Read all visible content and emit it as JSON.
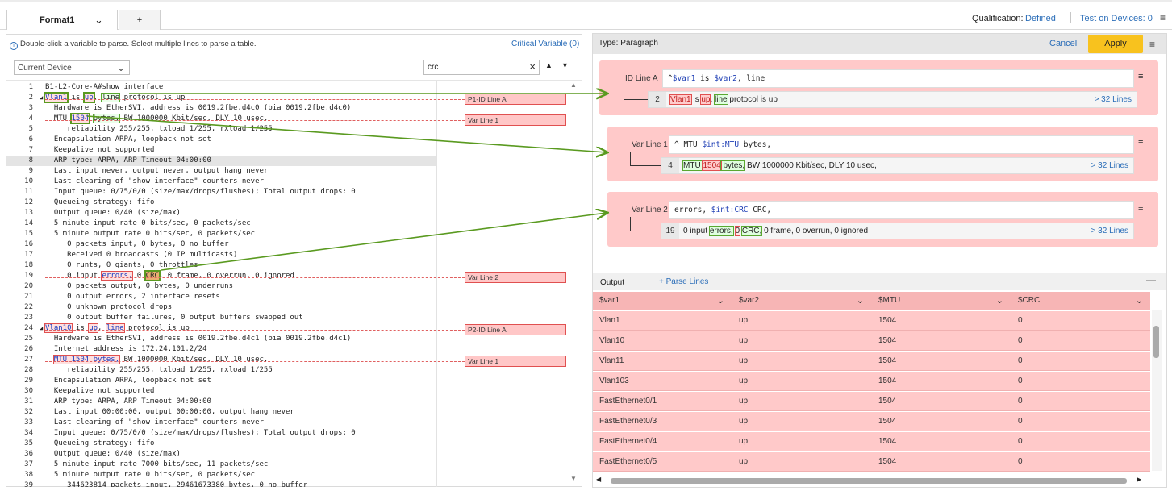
{
  "tabs": [
    {
      "label": "Format1"
    },
    {
      "label": "+"
    }
  ],
  "top_right": {
    "qualification_label": "Qualification:",
    "qualification_value": "Defined",
    "test_label": "Test on Devices: 0"
  },
  "left": {
    "hint": "Double-click a variable to parse. Select multiple lines to parse a table.",
    "critical_variable": "Critical Variable (0)",
    "device_select": "Current Device",
    "search_value": "crc",
    "lines": [
      "B1-L2-Core-A#show interface",
      "Vlan1 is up, line protocol is up",
      "  Hardware is EtherSVI, address is 0019.2fbe.d4c0 (bia 0019.2fbe.d4c0)",
      "  MTU 1504 bytes, BW 1000000 Kbit/sec, DLY 10 usec,",
      "     reliability 255/255, txload 1/255, rxload 1/255",
      "  Encapsulation ARPA, loopback not set",
      "  Keepalive not supported",
      "  ARP type: ARPA, ARP Timeout 04:00:00",
      "  Last input never, output never, output hang never",
      "  Last clearing of \"show interface\" counters never",
      "  Input queue: 0/75/0/0 (size/max/drops/flushes); Total output drops: 0",
      "  Queueing strategy: fifo",
      "  Output queue: 0/40 (size/max)",
      "  5 minute input rate 0 bits/sec, 0 packets/sec",
      "  5 minute output rate 0 bits/sec, 0 packets/sec",
      "     0 packets input, 0 bytes, 0 no buffer",
      "     Received 0 broadcasts (0 IP multicasts)",
      "     0 runts, 0 giants, 0 throttles",
      "     0 input errors, 0 CRC, 0 frame, 0 overrun, 0 ignored",
      "     0 packets output, 0 bytes, 0 underruns",
      "     0 output errors, 2 interface resets",
      "     0 unknown protocol drops",
      "     0 output buffer failures, 0 output buffers swapped out",
      "Vlan10 is up, line protocol is up",
      "  Hardware is EtherSVI, address is 0019.2fbe.d4c1 (bia 0019.2fbe.d4c1)",
      "  Internet address is 172.24.101.2/24",
      "  MTU 1504 bytes, BW 1000000 Kbit/sec, DLY 10 usec,",
      "     reliability 255/255, txload 1/255, rxload 1/255",
      "  Encapsulation ARPA, loopback not set",
      "  Keepalive not supported",
      "  ARP type: ARPA, ARP Timeout 04:00:00",
      "  Last input 00:00:00, output 00:00:00, output hang never",
      "  Last clearing of \"show interface\" counters never",
      "  Input queue: 0/75/0/0 (size/max/drops/flushes); Total output drops: 0",
      "  Queueing strategy: fifo",
      "  Output queue: 0/40 (size/max)",
      "  5 minute input rate 7000 bits/sec, 11 packets/sec",
      "  5 minute output rate 0 bits/sec, 0 packets/sec",
      "     344623814 packets input, 29461673380 bytes, 0 no buffer"
    ],
    "markers": [
      {
        "line": 1,
        "label": "P1-ID Line A"
      },
      {
        "line": 3,
        "label": "Var Line 1"
      },
      {
        "line": 18,
        "label": "Var Line 2"
      },
      {
        "line": 23,
        "label": "P2-ID Line A"
      },
      {
        "line": 26,
        "label": "Var Line 1"
      }
    ]
  },
  "right": {
    "type_label": "Type: Paragraph",
    "cancel": "Cancel",
    "apply": "Apply",
    "cards": [
      {
        "label": "ID Line A",
        "expr_prefix": "^",
        "expr_parts": [
          "$var1",
          " is ",
          "$var2",
          ", line"
        ],
        "sample_num": "2",
        "sample_parts": [
          "Vlan1",
          " is ",
          "up",
          ", ",
          "line",
          " protocol is up"
        ],
        "more": "> 32 Lines"
      },
      {
        "label": "Var Line 1",
        "expr_prefix": "^  MTU ",
        "expr_parts": [
          "$int:MTU",
          " bytes,"
        ],
        "sample_num": "4",
        "sample_parts": [
          "MTU ",
          "1504",
          " bytes,",
          " BW 1000000 Kbit/sec, DLY 10 usec,"
        ],
        "more": "> 32 Lines"
      },
      {
        "label": "Var Line 2",
        "expr_prefix": " errors, ",
        "expr_parts": [
          "$int:CRC",
          " CRC,"
        ],
        "sample_num": "19",
        "sample_parts": [
          "0 input ",
          "errors,",
          " ",
          "0",
          " ",
          "CRC,",
          " 0 frame, 0 overrun, 0 ignored"
        ],
        "more": "> 32 Lines"
      }
    ],
    "output_label": "Output",
    "parse_lines": "+ Parse Lines",
    "columns": [
      "$var1",
      "$var2",
      "$MTU",
      "$CRC"
    ],
    "rows": [
      [
        "Vlan1",
        "up",
        "1504",
        "0"
      ],
      [
        "Vlan10",
        "up",
        "1504",
        "0"
      ],
      [
        "Vlan11",
        "up",
        "1504",
        "0"
      ],
      [
        "Vlan103",
        "up",
        "1504",
        "0"
      ],
      [
        "FastEthernet0/1",
        "up",
        "1504",
        "0"
      ],
      [
        "FastEthernet0/3",
        "up",
        "1504",
        "0"
      ],
      [
        "FastEthernet0/4",
        "up",
        "1504",
        "0"
      ],
      [
        "FastEthernet0/5",
        "up",
        "1504",
        "0"
      ]
    ]
  },
  "colors": {
    "accent": "#2a6db8",
    "apply": "#f8c21e",
    "card": "#ffc9c9",
    "arrow": "#5a9a20"
  }
}
